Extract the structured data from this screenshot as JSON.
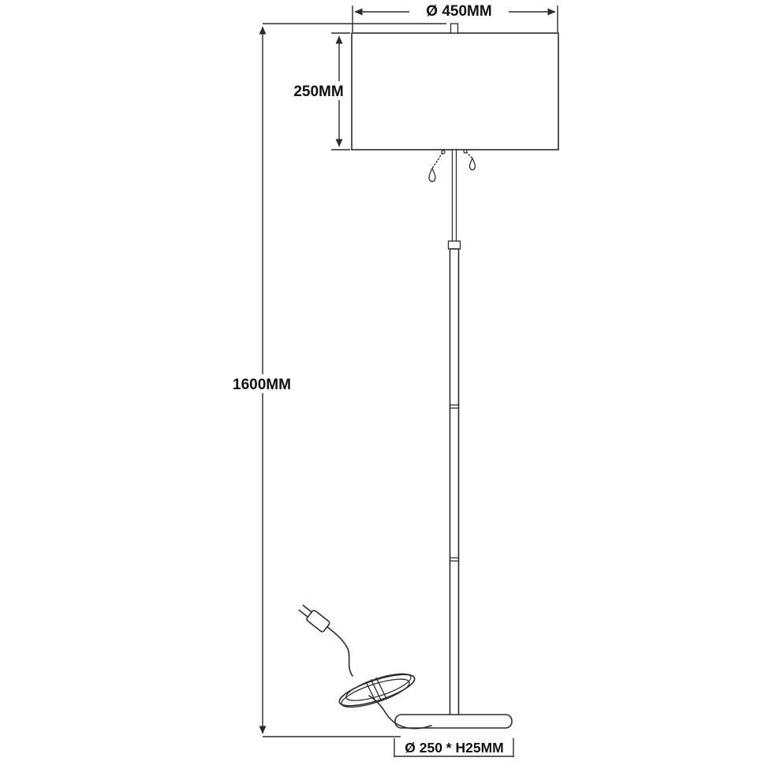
{
  "page": {
    "background_color": "#ffffff"
  },
  "diagram": {
    "type": "technical-line-drawing",
    "subject": "floor-lamp-dimension-drawing",
    "line_color": "#2b2b2b",
    "text_color": "#111111",
    "labels": {
      "shade_diameter": "Ø 450MM",
      "shade_height": "250MM",
      "overall_height": "1600MM",
      "base_size": "Ø 250 * H25MM"
    }
  }
}
